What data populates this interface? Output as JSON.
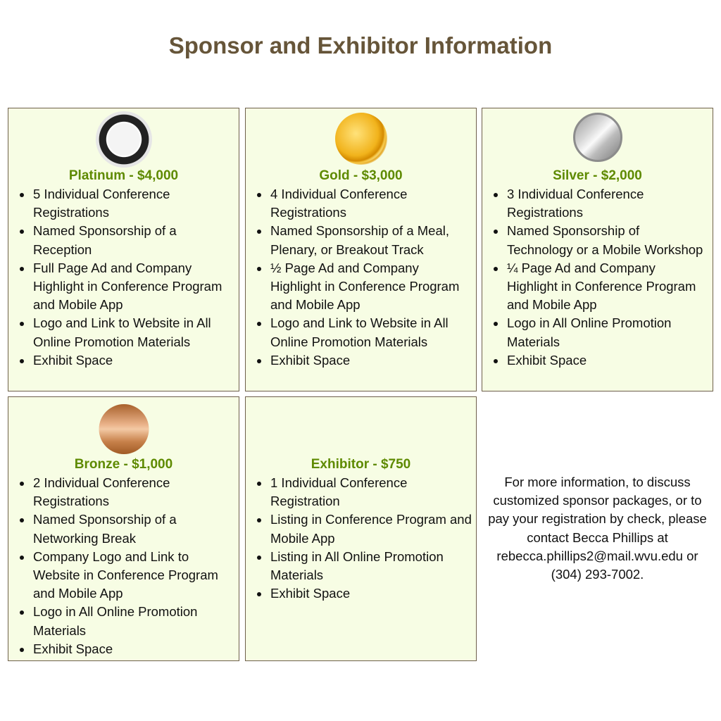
{
  "title": "Sponsor and Exhibitor Information",
  "colors": {
    "heading": "#5e8a00",
    "title": "#665539",
    "card_bg": "#f7fde4",
    "border": "#6e5f4a"
  },
  "tiers": [
    {
      "heading": "Platinum - $4,000",
      "icon": "platinum-medal-icon",
      "items": [
        "5 Individual Conference Registrations",
        "Named Sponsorship of a Reception",
        "Full Page Ad and Company Highlight in Conference Program and Mobile App",
        "Logo and Link to Website in All Online Promotion Materials",
        "Exhibit Space"
      ]
    },
    {
      "heading": "Gold - $3,000",
      "icon": "gold-medal-icon",
      "items": [
        "4 Individual Conference Registrations",
        "Named Sponsorship of a Meal, Plenary, or Breakout Track",
        "½ Page Ad and Company Highlight in Conference Program and Mobile App",
        "Logo and Link to Website in All Online Promotion Materials",
        "Exhibit Space"
      ]
    },
    {
      "heading": "Silver - $2,000",
      "icon": "silver-medal-icon",
      "items": [
        "3 Individual Conference Registrations",
        "Named Sponsorship of Technology or a Mobile Workshop",
        "¼ Page Ad and Company Highlight in Conference Program and Mobile App",
        "Logo in All Online Promotion Materials",
        "Exhibit Space"
      ]
    },
    {
      "heading": "Bronze - $1,000",
      "icon": "bronze-medal-icon",
      "items": [
        "2 Individual Conference Registrations",
        "Named Sponsorship of a Networking Break",
        "Company Logo and Link to Website in Conference Program and Mobile App",
        "Logo in All Online Promotion Materials",
        "Exhibit Space"
      ]
    },
    {
      "heading": "Exhibitor - $750",
      "items": [
        "1 Individual Conference Registration",
        "Listing in Conference Program and Mobile App",
        "Listing in All Online Promotion Materials",
        "Exhibit Space"
      ]
    }
  ],
  "contact": "For more information, to discuss customized sponsor packages, or to pay your registration by check, please contact Becca Phillips at rebecca.phillips2@mail.wvu.edu or (304) 293-7002."
}
